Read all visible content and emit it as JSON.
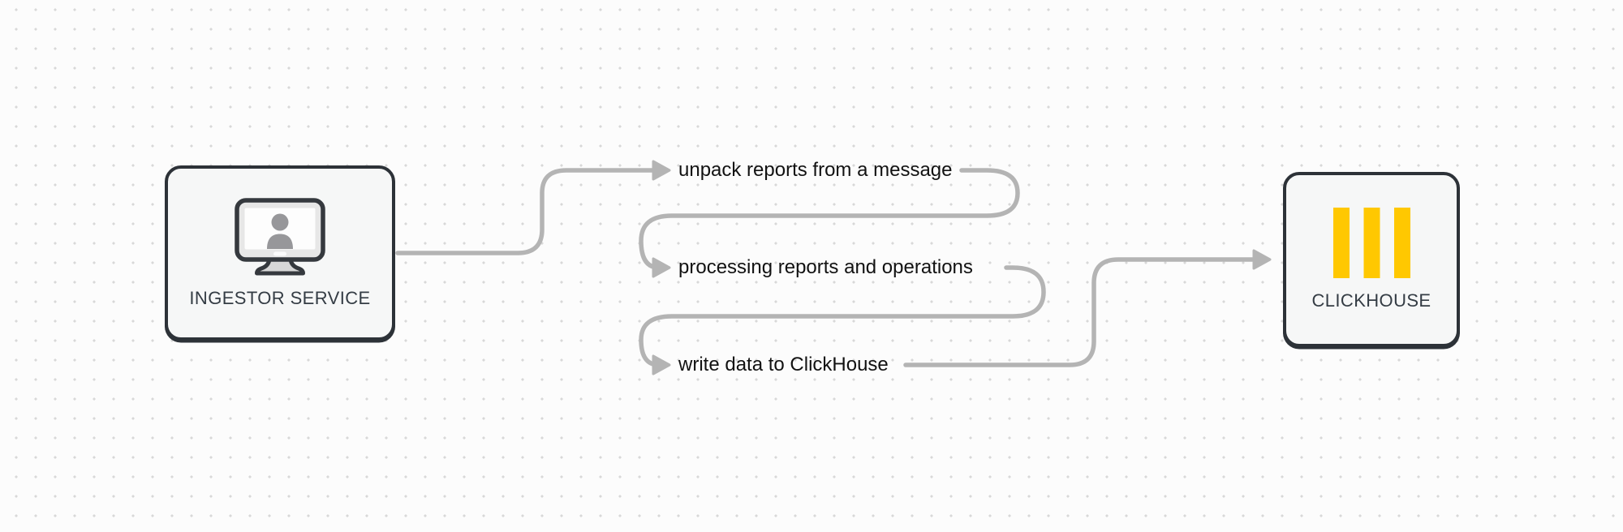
{
  "diagram": {
    "nodes": {
      "ingestor": {
        "label": "INGESTOR SERVICE",
        "icon": "monitor-user-icon"
      },
      "clickhouse": {
        "label": "CLICKHOUSE",
        "icon": "clickhouse-logo-icon"
      }
    },
    "steps": [
      {
        "label": "unpack reports from a message"
      },
      {
        "label": "processing reports and operations"
      },
      {
        "label": "write data to ClickHouse"
      }
    ],
    "flow_order": [
      "ingestor",
      "unpack reports from a message",
      "processing reports and operations",
      "write data to ClickHouse",
      "clickhouse"
    ],
    "colors": {
      "background": "#fcfcfc",
      "grid_dot": "#d8d8d8",
      "connector": "#b4b4b4",
      "node_border": "#2d3238",
      "node_fill": "#f6f7f7",
      "node_label_text": "#343c44",
      "step_text": "#121212",
      "clickhouse_yellow": "#ffc801",
      "monitor_silhouette_gray": "#97979a"
    }
  }
}
